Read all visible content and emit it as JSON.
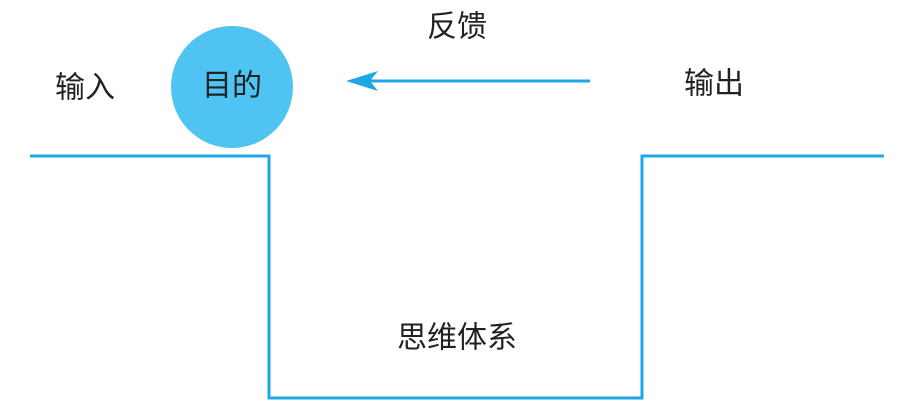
{
  "labels": {
    "input": "输入",
    "purpose": "目的",
    "feedback": "反馈",
    "output": "输出",
    "thinking_system": "思维体系"
  },
  "colors": {
    "line": "#1ea7e4",
    "circle": "#4fc3f2",
    "text": "#222222",
    "background": "#ffffff"
  },
  "arrow": {
    "direction": "left"
  }
}
